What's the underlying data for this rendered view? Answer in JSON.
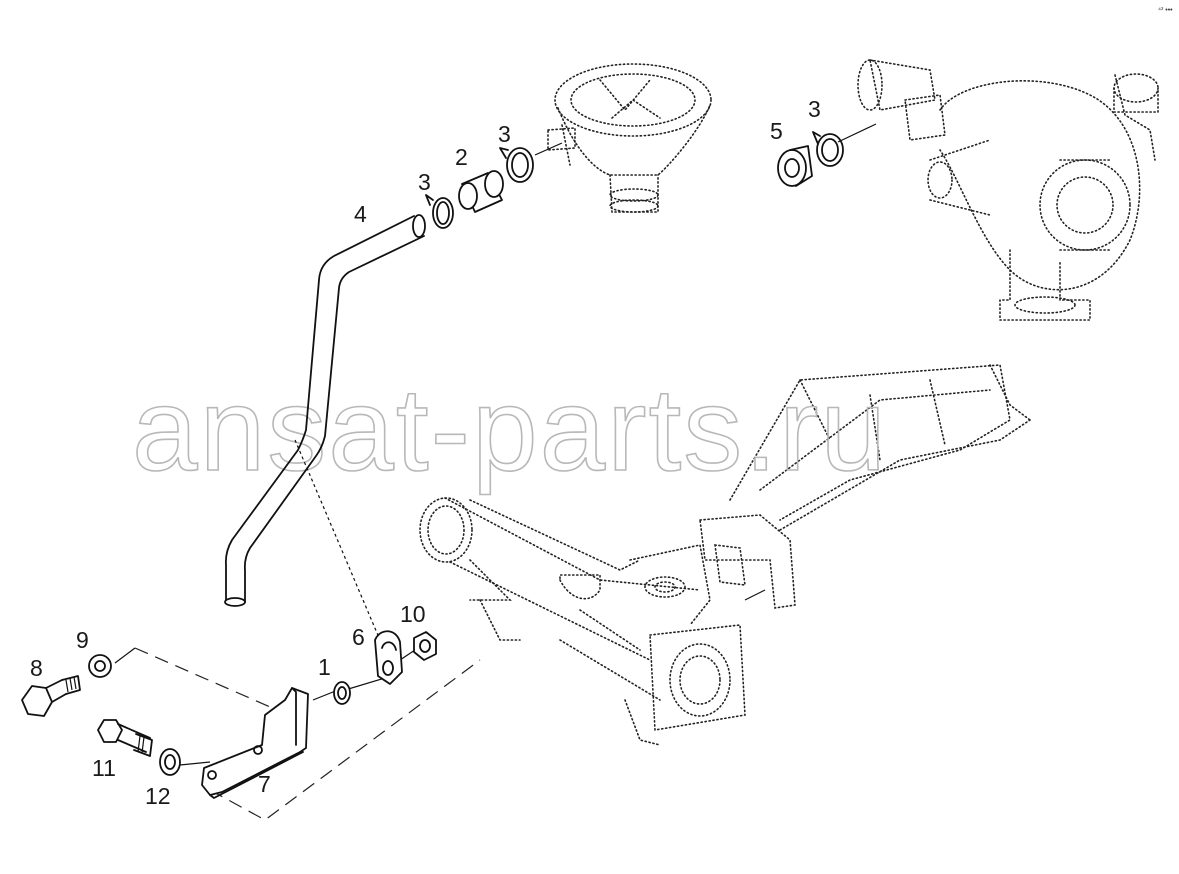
{
  "watermark": "ansat-parts.ru",
  "corner_mark": "⁴³ •••",
  "callouts": {
    "c1": "1",
    "c2": "2",
    "c3a": "3",
    "c3b": "3",
    "c3c": "3",
    "c4": "4",
    "c5": "5",
    "c6": "6",
    "c7": "7",
    "c8": "8",
    "c9": "9",
    "c10": "10",
    "c11": "11",
    "c12": "12"
  }
}
